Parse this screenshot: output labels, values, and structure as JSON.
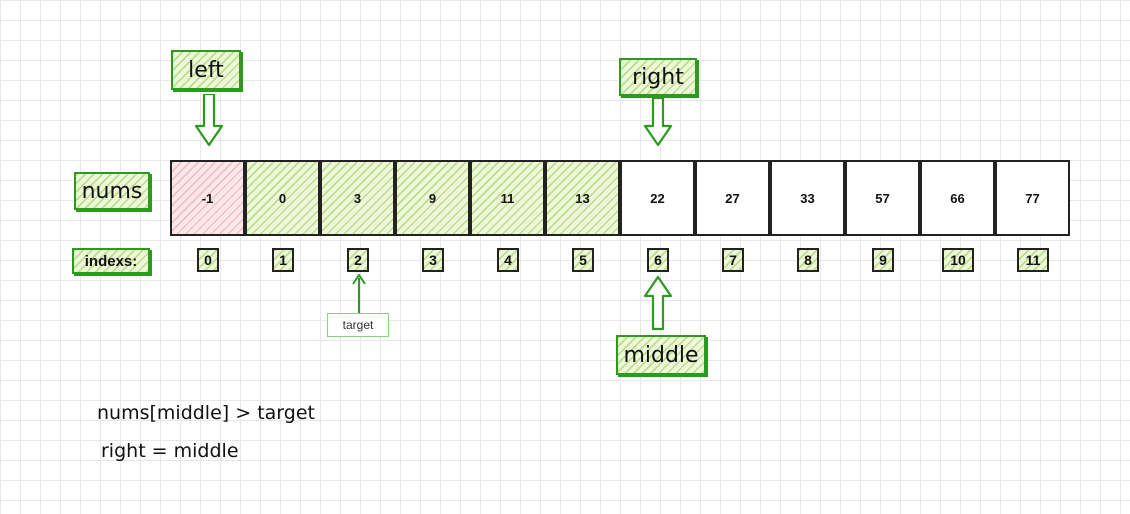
{
  "labels": {
    "left": "left",
    "right": "right",
    "middle": "middle",
    "nums": "nums",
    "indexs": "indexs:",
    "target": "target"
  },
  "nums": [
    {
      "value": "-1",
      "fill": "pink"
    },
    {
      "value": "0",
      "fill": "green"
    },
    {
      "value": "3",
      "fill": "green"
    },
    {
      "value": "9",
      "fill": "green"
    },
    {
      "value": "11",
      "fill": "green"
    },
    {
      "value": "13",
      "fill": "green"
    },
    {
      "value": "22",
      "fill": "none"
    },
    {
      "value": "27",
      "fill": "none"
    },
    {
      "value": "33",
      "fill": "none"
    },
    {
      "value": "57",
      "fill": "none"
    },
    {
      "value": "66",
      "fill": "none"
    },
    {
      "value": "77",
      "fill": "none"
    }
  ],
  "indexes": [
    "0",
    "1",
    "2",
    "3",
    "4",
    "5",
    "6",
    "7",
    "8",
    "9",
    "10",
    "11"
  ],
  "notes": {
    "line1": "nums[middle] > target",
    "line2": "right = middle"
  },
  "colors": {
    "accent_green": "#2b9a1f",
    "hatch_green": "#b7dc7c",
    "hatch_pink": "#f2b8bf",
    "cell_border": "#222222"
  }
}
